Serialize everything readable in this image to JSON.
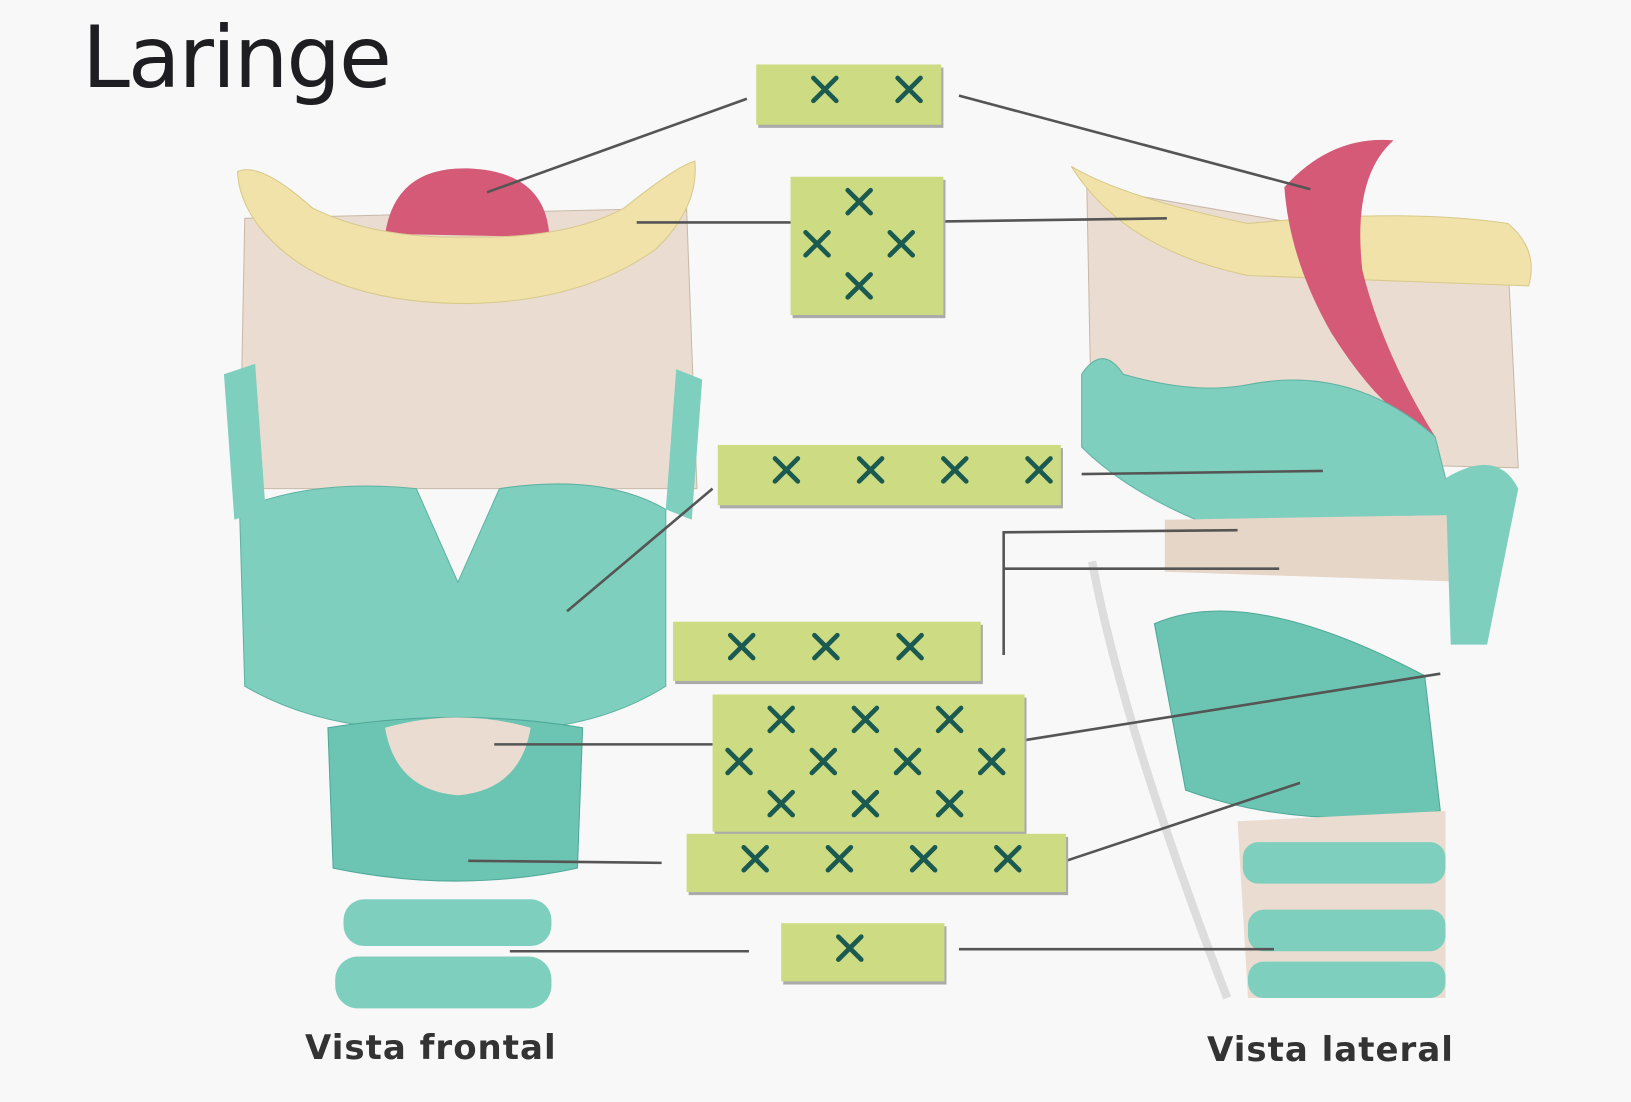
{
  "title": "Laringe",
  "captions": {
    "frontal": "Vista frontal",
    "lateral": "Vista lateral"
  },
  "colors": {
    "cover": "#cddb82",
    "cover_mark": "#1a5a50",
    "cartilage": "#7fcfbf",
    "bone": "#f0e2a8",
    "epiglottis": "#d45a78",
    "membrane": "#eadcd0",
    "leader": "#555555"
  },
  "label_covers": [
    {
      "name": "cover-epiglottis",
      "icon": "x-pattern"
    },
    {
      "name": "cover-hyoid",
      "icon": "x-pattern"
    },
    {
      "name": "cover-thyroid",
      "icon": "x-pattern"
    },
    {
      "name": "cover-vocal-folds",
      "icon": "x-pattern"
    },
    {
      "name": "cover-cricothyroid",
      "icon": "x-pattern"
    },
    {
      "name": "cover-cricoid",
      "icon": "x-pattern"
    },
    {
      "name": "cover-trachea",
      "icon": "x-pattern"
    }
  ]
}
